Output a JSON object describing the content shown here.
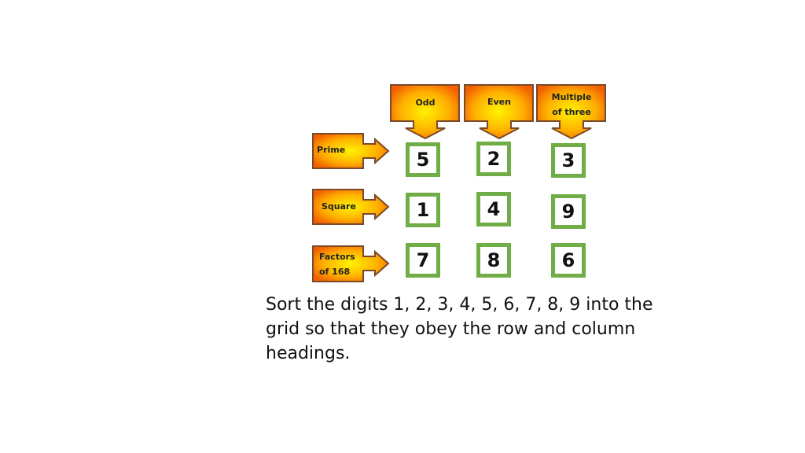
{
  "columns": [
    {
      "label": "Odd"
    },
    {
      "label": "Even"
    },
    {
      "label": "Multiple of three",
      "line1": "Multiple",
      "line2": "of three"
    }
  ],
  "rows": [
    {
      "label": "Prime"
    },
    {
      "label": "Square"
    },
    {
      "label": "Factors of 168",
      "line1": "Factors",
      "line2": "of 168"
    }
  ],
  "grid": [
    [
      "5",
      "2",
      "3"
    ],
    [
      "1",
      "4",
      "9"
    ],
    [
      "7",
      "8",
      "6"
    ]
  ],
  "prompt": "Sort the digits 1, 2, 3, 4, 5, 6, 7, 8, 9 into the grid so that they obey the row and column headings.",
  "colors": {
    "cell_border": "#70ad47",
    "arrow_outer": "#ff6a00",
    "arrow_inner": "#ffee00"
  }
}
